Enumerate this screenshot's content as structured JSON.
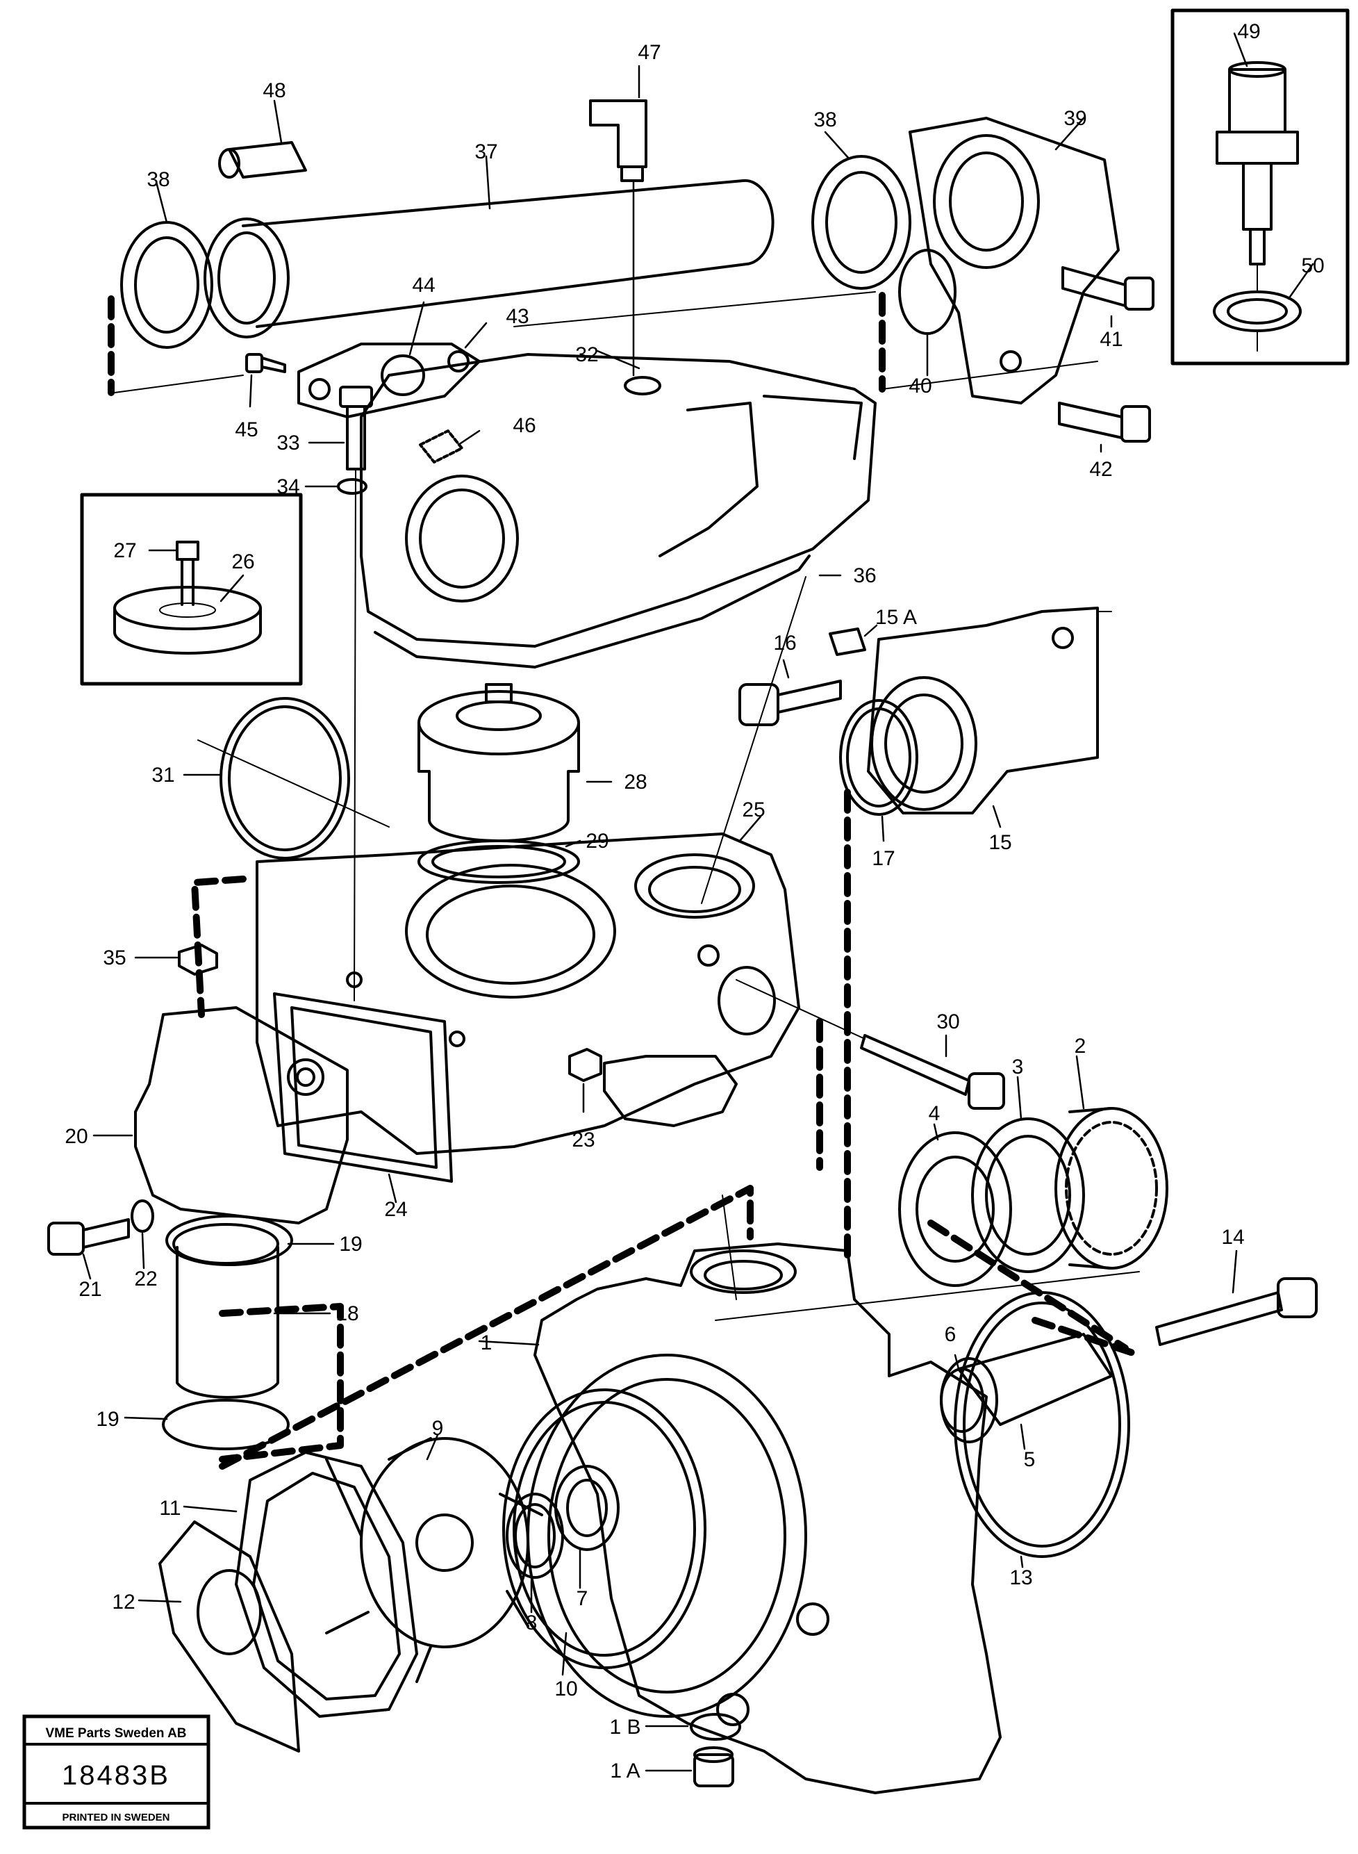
{
  "callouts": {
    "c1": "1",
    "c1a": "1 A",
    "c1b": "1 B",
    "c2": "2",
    "c3": "3",
    "c4": "4",
    "c5": "5",
    "c6": "6",
    "c7": "7",
    "c8": "8",
    "c9": "9",
    "c10": "10",
    "c11": "11",
    "c12": "12",
    "c13": "13",
    "c14": "14",
    "c15": "15",
    "c15a": "15 A",
    "c16": "16",
    "c17": "17",
    "c18": "18",
    "c19a": "19",
    "c19b": "19",
    "c20": "20",
    "c21": "21",
    "c22": "22",
    "c23": "23",
    "c24": "24",
    "c25": "25",
    "c26": "26",
    "c27": "27",
    "c28": "28",
    "c29": "29",
    "c30": "30",
    "c31": "31",
    "c32": "32",
    "c33": "33",
    "c34": "34",
    "c35": "35",
    "c36": "36",
    "c37": "37",
    "c38a": "38",
    "c38b": "38",
    "c39": "39",
    "c40": "40",
    "c41": "41",
    "c42": "42",
    "c43": "43",
    "c44": "44",
    "c45": "45",
    "c46": "46",
    "c47": "47",
    "c48": "48",
    "c49": "49",
    "c50": "50"
  },
  "stamp": {
    "company": "VME Parts Sweden AB",
    "drawing_number": "18483B",
    "printed": "PRINTED IN SWEDEN"
  }
}
